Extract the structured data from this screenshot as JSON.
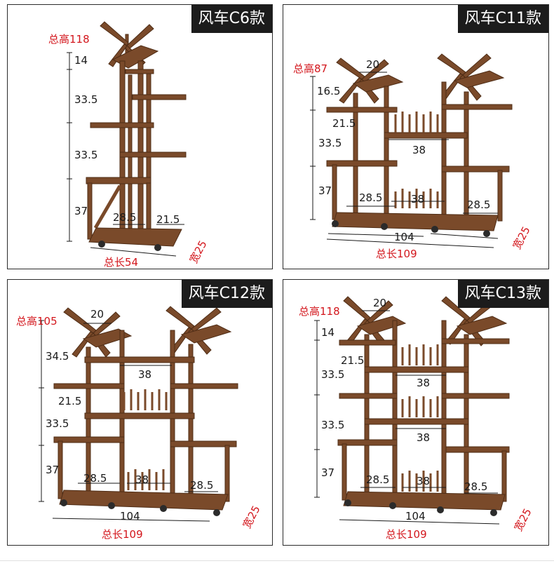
{
  "panels": [
    {
      "title": "风车C6款",
      "total_height": "总高118",
      "total_length": "总长54",
      "width": "宽25",
      "dims": [
        "14",
        "33.5",
        "33.5",
        "37",
        "28.5",
        "21.5"
      ]
    },
    {
      "title": "风车C11款",
      "total_height": "总高87",
      "total_length": "总长109",
      "width": "宽25",
      "dims": [
        "20",
        "16.5",
        "21.5",
        "33.5",
        "38",
        "37",
        "28.5",
        "38",
        "28.5",
        "104"
      ]
    },
    {
      "title": "风车C12款",
      "total_height": "总高105",
      "total_length": "总长109",
      "width": "宽25",
      "dims": [
        "20",
        "34.5",
        "38",
        "21.5",
        "33.5",
        "37",
        "28.5",
        "38",
        "28.5",
        "104"
      ]
    },
    {
      "title": "风车C13款",
      "total_height": "总高118",
      "total_length": "总长109",
      "width": "宽25",
      "dims": [
        "20",
        "14",
        "21.5",
        "33.5",
        "38",
        "33.5",
        "38",
        "37",
        "28.5",
        "38",
        "28.5",
        "104"
      ]
    }
  ],
  "colors": {
    "wood": "#7a4a2a",
    "wood_dark": "#4f2d16",
    "accent": "#d3161c",
    "line": "#1a1a1a"
  }
}
